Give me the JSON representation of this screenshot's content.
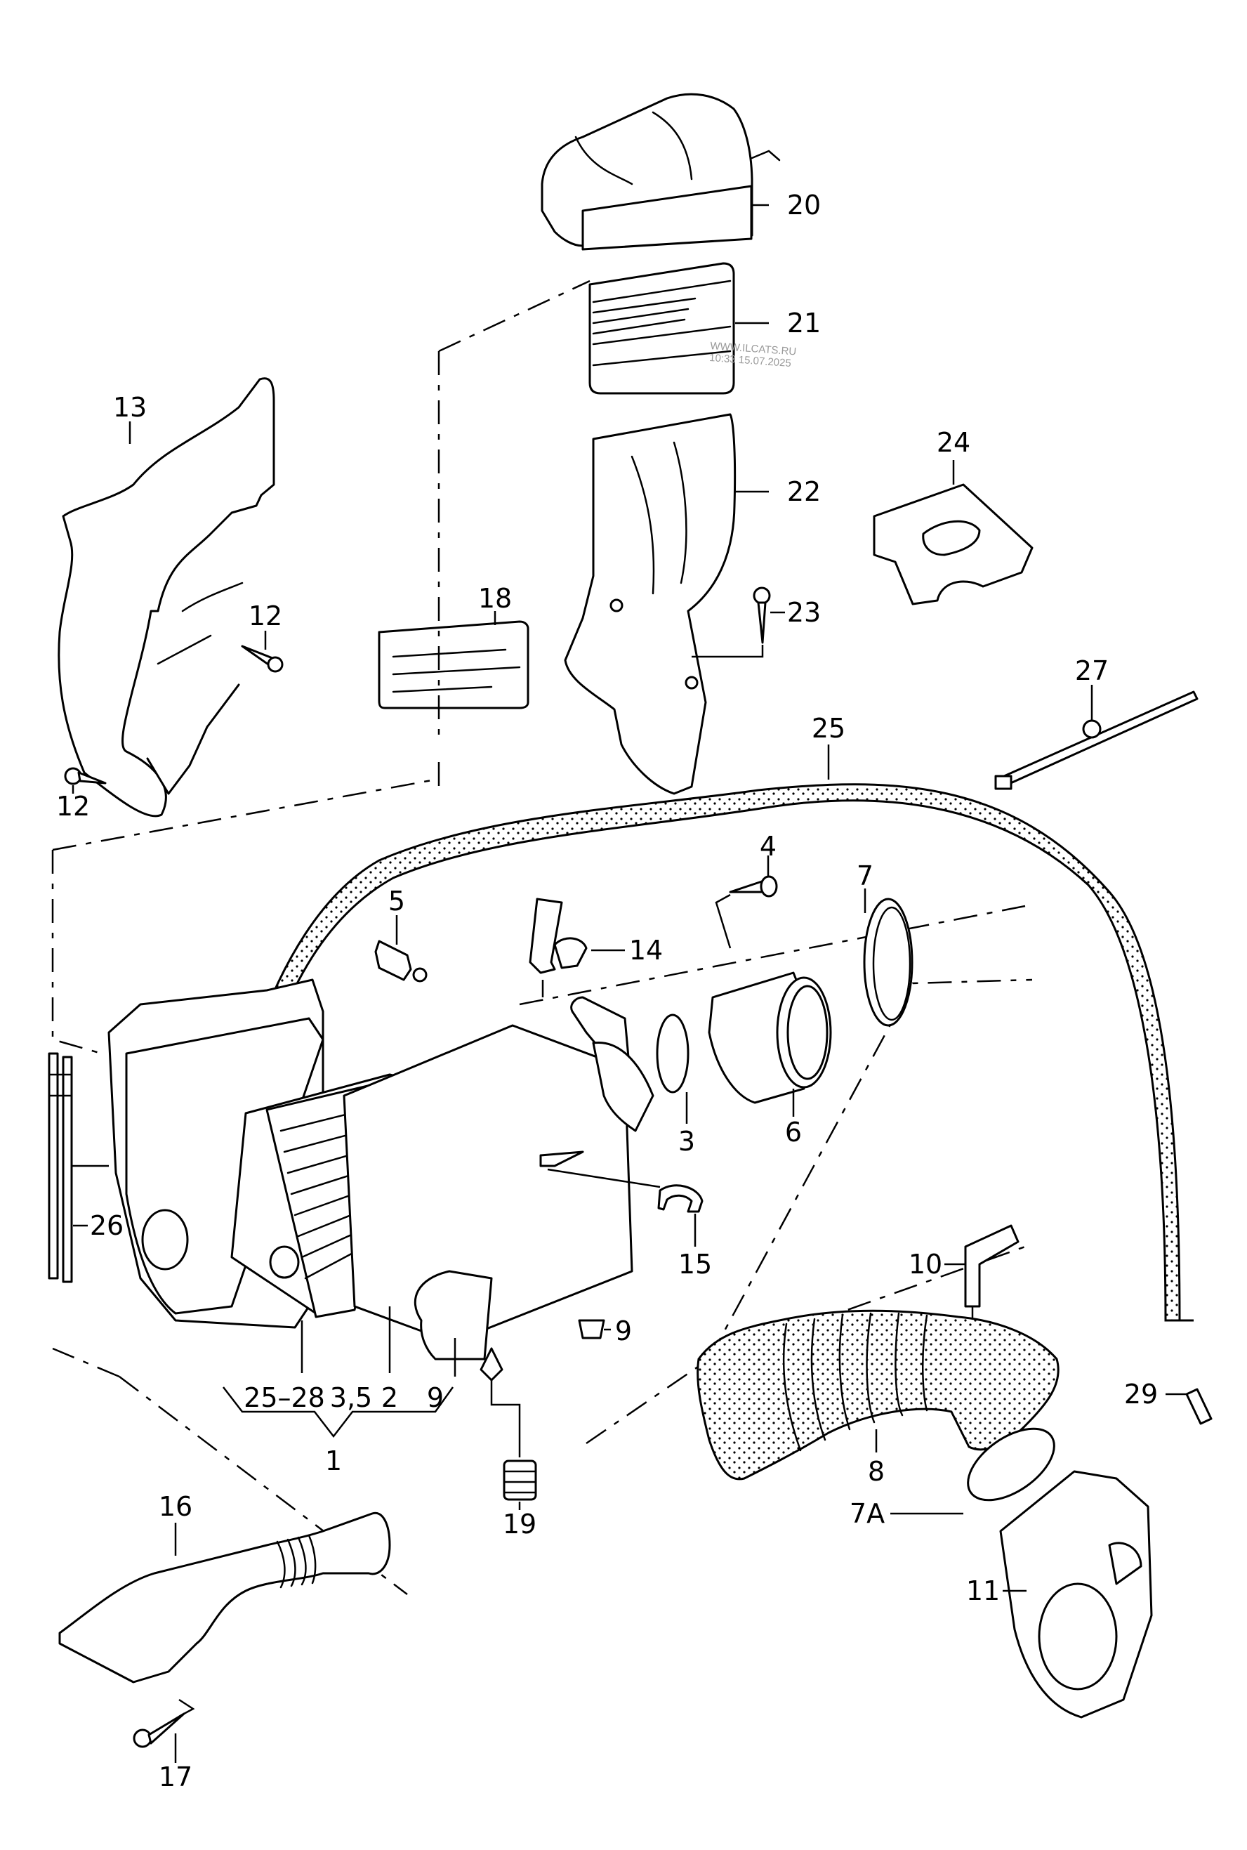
{
  "diagram": {
    "title": "Air filter housing / intake system exploded parts diagram",
    "callouts": [
      {
        "id": "c20",
        "text": "20",
        "part": "air-filter-upper-cover"
      },
      {
        "id": "c21",
        "text": "21",
        "part": "filter-element"
      },
      {
        "id": "c22",
        "text": "22",
        "part": "intake-duct-lower"
      },
      {
        "id": "c23",
        "text": "23",
        "part": "screw"
      },
      {
        "id": "c24",
        "text": "24",
        "part": "cover-plate"
      },
      {
        "id": "c13",
        "text": "13",
        "part": "air-guide"
      },
      {
        "id": "c12a",
        "text": "12",
        "part": "screw"
      },
      {
        "id": "c12b",
        "text": "12",
        "part": "screw"
      },
      {
        "id": "c18",
        "text": "18",
        "part": "filter-element-small"
      },
      {
        "id": "c25",
        "text": "25",
        "part": "seal-strip"
      },
      {
        "id": "c27",
        "text": "27",
        "part": "cable-tie"
      },
      {
        "id": "c4",
        "text": "4",
        "part": "screw"
      },
      {
        "id": "c7",
        "text": "7",
        "part": "hose-clamp"
      },
      {
        "id": "c5",
        "text": "5",
        "part": "pin"
      },
      {
        "id": "c14",
        "text": "14",
        "part": "clip"
      },
      {
        "id": "c3",
        "text": "3",
        "part": "o-ring"
      },
      {
        "id": "c6",
        "text": "6",
        "part": "air-mass-meter-housing"
      },
      {
        "id": "c26",
        "text": "26",
        "part": "cable-ties"
      },
      {
        "id": "c15",
        "text": "15",
        "part": "retaining-clip"
      },
      {
        "id": "c10",
        "text": "10",
        "part": "elbow-connector"
      },
      {
        "id": "c9a",
        "text": "9",
        "part": "rubber-mount"
      },
      {
        "id": "c2528",
        "text": "25–28",
        "part": "group-ref"
      },
      {
        "id": "c35",
        "text": "3,5",
        "part": "group-ref"
      },
      {
        "id": "c2",
        "text": "2",
        "part": "filter-insert"
      },
      {
        "id": "c9b",
        "text": "9",
        "part": "rubber-mount"
      },
      {
        "id": "c1",
        "text": "1",
        "part": "air-filter-assembly"
      },
      {
        "id": "c29",
        "text": "29",
        "part": "end-piece"
      },
      {
        "id": "c8",
        "text": "8",
        "part": "intake-hose"
      },
      {
        "id": "c7a",
        "text": "7A",
        "part": "hose-clamp"
      },
      {
        "id": "c19",
        "text": "19",
        "part": "rubber-bush"
      },
      {
        "id": "c11",
        "text": "11",
        "part": "throttle-body"
      },
      {
        "id": "c16",
        "text": "16",
        "part": "air-intake-pipe"
      },
      {
        "id": "c17",
        "text": "17",
        "part": "screw"
      }
    ]
  },
  "watermark": {
    "line1": "WWW.ILCATS.RU",
    "line2": "10:33 15.07.2025",
    "color": "#9a9a9a"
  }
}
